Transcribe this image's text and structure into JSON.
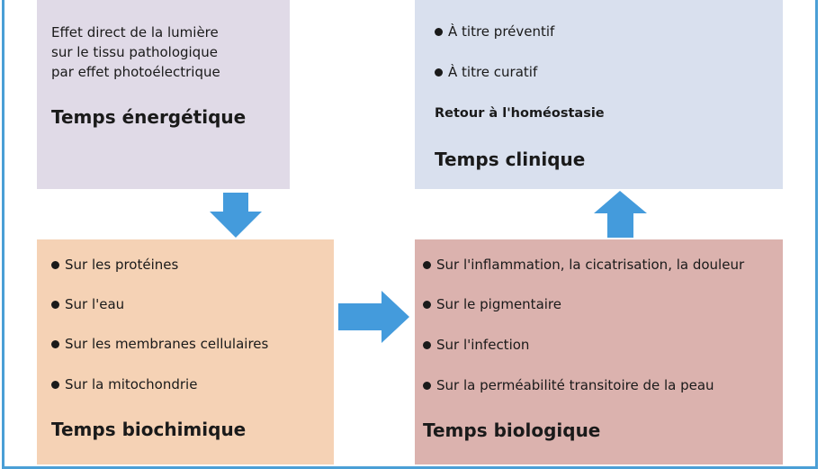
{
  "colors": {
    "energetic": "#e0dae7",
    "clinical": "#d9e0ee",
    "biochemical": "#f5d2b5",
    "biological": "#dbb2ae",
    "arrow": "#449bdc",
    "frame": "#4a9fd6"
  },
  "energetic": {
    "lines": [
      "Effet direct de la lumière",
      "sur le tissu pathologique",
      "par effet photoélectrique"
    ],
    "title": "Temps énergétique"
  },
  "clinical": {
    "items": [
      "À titre préventif",
      "À titre curatif"
    ],
    "subtitle": "Retour à l'homéostasie",
    "title": "Temps clinique"
  },
  "biochemical": {
    "items": [
      "Sur les protéines",
      "Sur l'eau",
      "Sur les membranes cellulaires",
      "Sur la mitochondrie"
    ],
    "title": "Temps biochimique"
  },
  "biological": {
    "items": [
      "Sur l'inflammation, la cicatrisation, la douleur",
      "Sur le pigmentaire",
      "Sur l'infection",
      "Sur la perméabilité transitoire de la peau"
    ],
    "title": "Temps biologique"
  }
}
